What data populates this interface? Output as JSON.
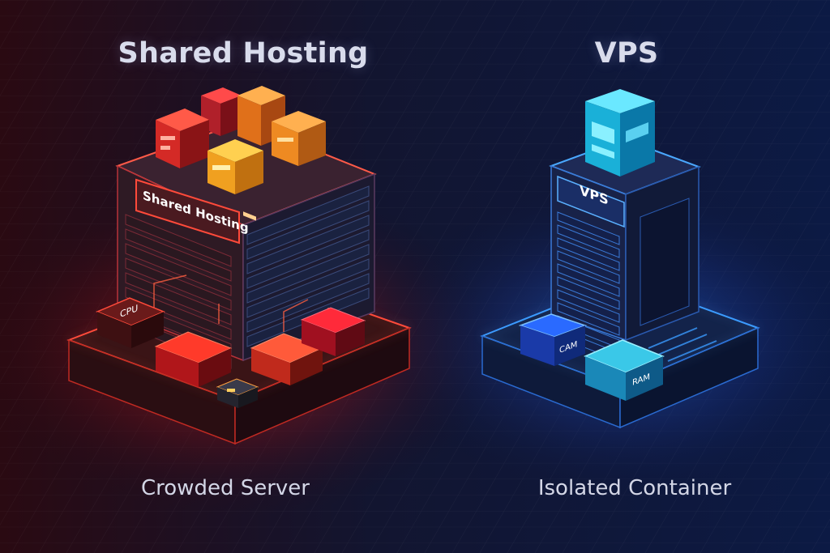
{
  "shared": {
    "title": "Shared Hosting",
    "server_label": "Shared Hosting",
    "chips": [
      "CPU"
    ],
    "caption": "Crowded Server",
    "accent": "#ff3b2f"
  },
  "vps": {
    "title": "VPS",
    "server_label": "VPS",
    "chips": [
      "CAM",
      "RAM"
    ],
    "caption": "Isolated Container",
    "accent": "#2f8bff"
  }
}
